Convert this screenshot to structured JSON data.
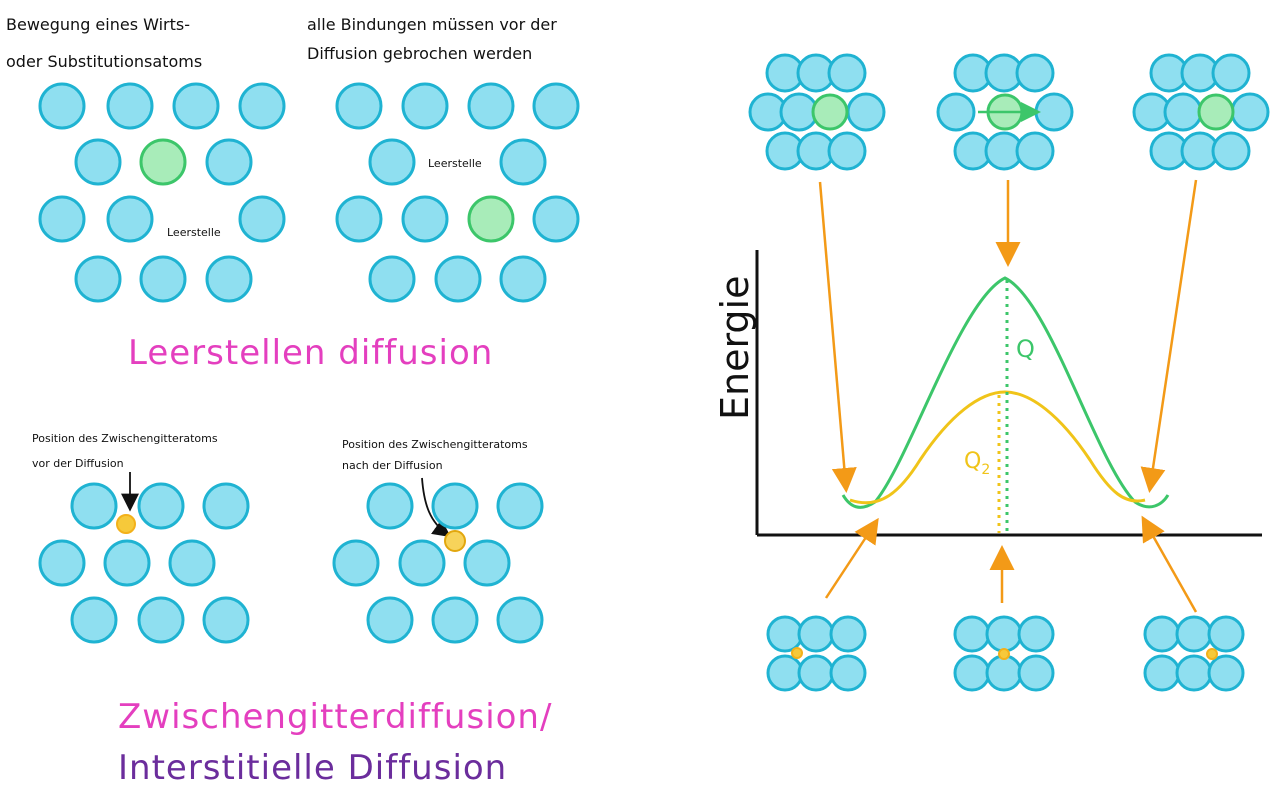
{
  "notes": {
    "host_move": "Bewegung eines Wirts- oder Substitutionsatoms",
    "bonds_broken": "alle Bindungen müssen vor der Diffusion gebrochen werden",
    "vacancy_label_1": "Leerstelle",
    "vacancy_label_2": "Leerstelle",
    "interstitial_before": "Position des Zwischengitteratoms vor der Diffusion",
    "interstitial_after": "Position des Zwischengitteratoms nach der Diffusion"
  },
  "titles": {
    "vacancy_diffusion": "Leerstellen diffusion",
    "interstitial_diffusion_line1": "Zwischengitterdiffusion/",
    "interstitial_diffusion_line2": "Interstitielle Diffusion"
  },
  "energy_plot": {
    "ylabel": "Energie",
    "q_label": "Q",
    "q2_label": "Q2"
  },
  "colors": {
    "atom_fill": "#8fdff0",
    "atom_stroke": "#1fb3d2",
    "solute_fill": "#a8ecb9",
    "solute_stroke": "#3cc66a",
    "interstitial": "#f6c93a",
    "arrow": "#f39a17",
    "curve_q": "#3cc66a",
    "curve_q2": "#f0c419",
    "title_pink": "#e43fbf",
    "title_purple": "#6b2d9c"
  }
}
